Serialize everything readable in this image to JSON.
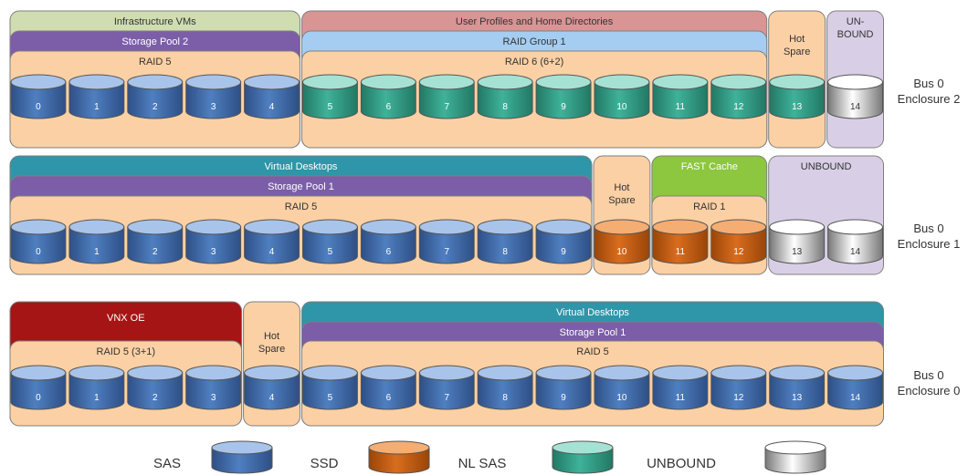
{
  "enclosures": [
    {
      "label_lines": [
        "Bus 0",
        "Enclosure 2"
      ],
      "regions": [
        {
          "text": "Infrastructure VMs",
          "color": "#d0ddb1",
          "disks": [
            0,
            4
          ]
        },
        {
          "text": "Storage Pool 2",
          "color": "#7b5ea7",
          "disks": [
            0,
            4
          ]
        },
        {
          "text": "RAID 5",
          "color": "#fbd0a4",
          "disks": [
            0,
            4
          ]
        },
        {
          "text": "User Profiles and Home Directories",
          "color": "#d99494",
          "disks": [
            5,
            12
          ]
        },
        {
          "text": "RAID Group 1",
          "color": "#a4cdf1",
          "disks": [
            5,
            12
          ]
        },
        {
          "text": "RAID 6 (6+2)",
          "color": "#fbd0a4",
          "disks": [
            5,
            12
          ]
        },
        {
          "text": "Hot Spare",
          "color": "#fbd0a4",
          "disks": [
            13,
            13
          ]
        },
        {
          "text": "UN-BOUND",
          "color": "#d8cfe6",
          "disks": [
            14,
            14
          ]
        }
      ],
      "disks": [
        {
          "n": "0",
          "type": "SAS"
        },
        {
          "n": "1",
          "type": "SAS"
        },
        {
          "n": "2",
          "type": "SAS"
        },
        {
          "n": "3",
          "type": "SAS"
        },
        {
          "n": "4",
          "type": "SAS"
        },
        {
          "n": "5",
          "type": "NL SAS"
        },
        {
          "n": "6",
          "type": "NL SAS"
        },
        {
          "n": "7",
          "type": "NL SAS"
        },
        {
          "n": "8",
          "type": "NL SAS"
        },
        {
          "n": "9",
          "type": "NL SAS"
        },
        {
          "n": "10",
          "type": "NL SAS"
        },
        {
          "n": "11",
          "type": "NL SAS"
        },
        {
          "n": "12",
          "type": "NL SAS"
        },
        {
          "n": "13",
          "type": "NL SAS"
        },
        {
          "n": "14",
          "type": "UNBOUND"
        }
      ]
    },
    {
      "label_lines": [
        "Bus 0",
        "Enclosure 1"
      ],
      "regions": [
        {
          "text": "Virtual Desktops",
          "color": "#2f95a8",
          "disks": [
            0,
            9
          ]
        },
        {
          "text": "Storage Pool 1",
          "color": "#7b5ea7",
          "disks": [
            0,
            9
          ]
        },
        {
          "text": "RAID 5",
          "color": "#fbd0a4",
          "disks": [
            0,
            9
          ]
        },
        {
          "text": "Hot Spare",
          "color": "#fbd0a4",
          "disks": [
            10,
            10
          ]
        },
        {
          "text": "FAST Cache",
          "color": "#8dc63f",
          "disks": [
            11,
            12
          ]
        },
        {
          "text": "RAID 1",
          "color": "#fbd0a4",
          "disks": [
            11,
            12
          ]
        },
        {
          "text": "UNBOUND",
          "color": "#d8cfe6",
          "disks": [
            13,
            14
          ]
        }
      ],
      "disks": [
        {
          "n": "0",
          "type": "SAS"
        },
        {
          "n": "1",
          "type": "SAS"
        },
        {
          "n": "2",
          "type": "SAS"
        },
        {
          "n": "3",
          "type": "SAS"
        },
        {
          "n": "4",
          "type": "SAS"
        },
        {
          "n": "5",
          "type": "SAS"
        },
        {
          "n": "6",
          "type": "SAS"
        },
        {
          "n": "7",
          "type": "SAS"
        },
        {
          "n": "8",
          "type": "SAS"
        },
        {
          "n": "9",
          "type": "SAS"
        },
        {
          "n": "10",
          "type": "SSD"
        },
        {
          "n": "11",
          "type": "SSD"
        },
        {
          "n": "12",
          "type": "SSD"
        },
        {
          "n": "13",
          "type": "UNBOUND"
        },
        {
          "n": "14",
          "type": "UNBOUND"
        }
      ]
    },
    {
      "label_lines": [
        "Bus 0",
        "Enclosure 0"
      ],
      "regions": [
        {
          "text": "VNX OE",
          "color": "#a51515",
          "disks": [
            0,
            3
          ]
        },
        {
          "text": "RAID 5 (3+1)",
          "color": "#fbd0a4",
          "disks": [
            0,
            3
          ]
        },
        {
          "text": "Hot Spare",
          "color": "#fbd0a4",
          "disks": [
            4,
            4
          ]
        },
        {
          "text": "Virtual Desktops",
          "color": "#2f95a8",
          "disks": [
            5,
            14
          ]
        },
        {
          "text": "Storage Pool 1",
          "color": "#7b5ea7",
          "disks": [
            5,
            14
          ]
        },
        {
          "text": "RAID 5",
          "color": "#fbd0a4",
          "disks": [
            5,
            14
          ]
        }
      ],
      "disks": [
        {
          "n": "0",
          "type": "SAS"
        },
        {
          "n": "1",
          "type": "SAS"
        },
        {
          "n": "2",
          "type": "SAS"
        },
        {
          "n": "3",
          "type": "SAS"
        },
        {
          "n": "4",
          "type": "SAS"
        },
        {
          "n": "5",
          "type": "SAS"
        },
        {
          "n": "6",
          "type": "SAS"
        },
        {
          "n": "7",
          "type": "SAS"
        },
        {
          "n": "8",
          "type": "SAS"
        },
        {
          "n": "9",
          "type": "SAS"
        },
        {
          "n": "10",
          "type": "SAS"
        },
        {
          "n": "11",
          "type": "SAS"
        },
        {
          "n": "12",
          "type": "SAS"
        },
        {
          "n": "13",
          "type": "SAS"
        },
        {
          "n": "14",
          "type": "SAS"
        }
      ]
    }
  ],
  "legend": [
    {
      "label": "SAS",
      "type": "SAS"
    },
    {
      "label": "SSD",
      "type": "SSD"
    },
    {
      "label": "NL SAS",
      "type": "NL SAS"
    },
    {
      "label": "UNBOUND",
      "type": "UNBOUND"
    }
  ],
  "disk_colors": {
    "SAS": {
      "body": "#4f7fc0",
      "top": "#a8c4ea",
      "dark": "#2e4f86",
      "text": "#ffffff"
    },
    "SSD": {
      "body": "#d96d1e",
      "top": "#f4ad72",
      "dark": "#9a4508",
      "text": "#ffffff"
    },
    "NL SAS": {
      "body": "#3fb29a",
      "top": "#a6e2d4",
      "dark": "#227864",
      "text": "#ffffff"
    },
    "UNBOUND": {
      "body": "#ffffff",
      "top": "#ffffff",
      "dark": "#777777",
      "text": "#333333"
    }
  }
}
